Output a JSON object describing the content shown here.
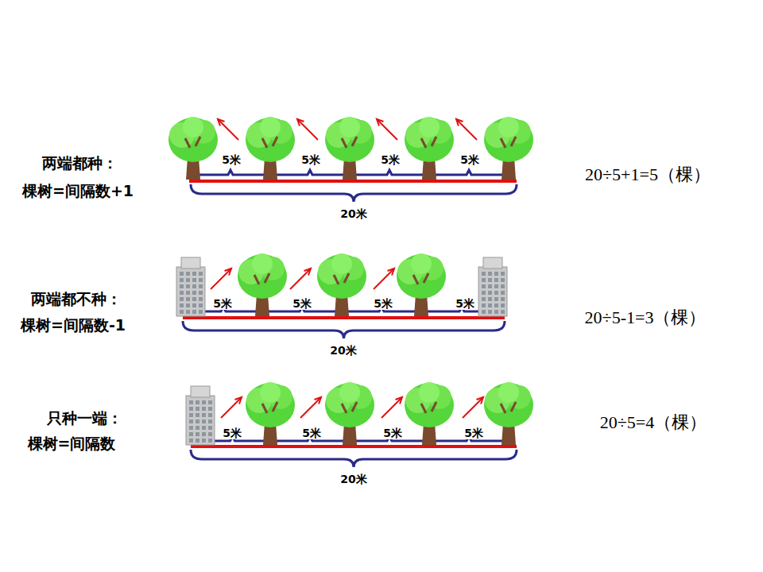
{
  "diagram": {
    "labels": [
      "两端都种：",
      "棵树=间隔数+1",
      "5米",
      "5米",
      "5米",
      "5米",
      "20米",
      "20÷5+1=5（棵）",
      "两端都不种：",
      "棵树=间隔数-1",
      "5米",
      "5米",
      "5米",
      "5米",
      "20米",
      "20÷5-1=3（棵）",
      "只种一端：",
      "棵树=间隔数",
      "5米",
      "5米",
      "5米",
      "5米",
      "20米",
      "20÷5=4（棵）"
    ]
  }
}
